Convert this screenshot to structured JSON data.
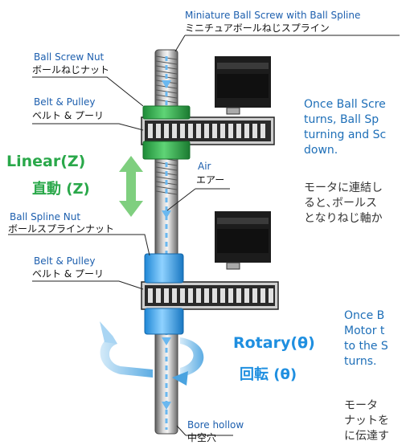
{
  "labels": {
    "screw_en": "Miniature Ball Screw with Ball Spline",
    "screw_jp": "ミニチュアボールねじスプライン",
    "nut_en": "Ball Screw Nut",
    "nut_jp": "ボールねじナット",
    "belt1_en": "Belt & Pulley",
    "belt1_jp": "ベルト & プーリ",
    "air_en": "Air",
    "air_jp": "エアー",
    "spline_en": "Ball Spline Nut",
    "spline_jp": "ボールスプラインナット",
    "belt2_en": "Belt & Pulley",
    "belt2_jp": "ベルト & プーリ",
    "bore_en": "Bore hollow",
    "bore_jp": "中空穴"
  },
  "motion": {
    "linear_en": "Linear(Z)",
    "linear_jp": "直動 (Z)",
    "rotary_en": "Rotary(θ)",
    "rotary_jp": "回転 (θ)"
  },
  "descriptions": {
    "upper_en": "Once Ball Scre\nturns, Ball Sp\nturning and Sc\ndown.",
    "upper_jp": "モータに連結し\nると､ボールス\nとなりねじ軸か",
    "lower_en": "Once B\nMotor t\nto the S\nturns.",
    "lower_jp": "モータ\nナットを\nに伝達す"
  },
  "colors": {
    "label_blue": "#1d5fae",
    "desc_blue": "#1e6fb8",
    "linear_green": "#2aa84a",
    "rotary_blue": "#1f8fe0",
    "nut_green": "#33b24a",
    "spline_blue": "#3fa9f5"
  }
}
